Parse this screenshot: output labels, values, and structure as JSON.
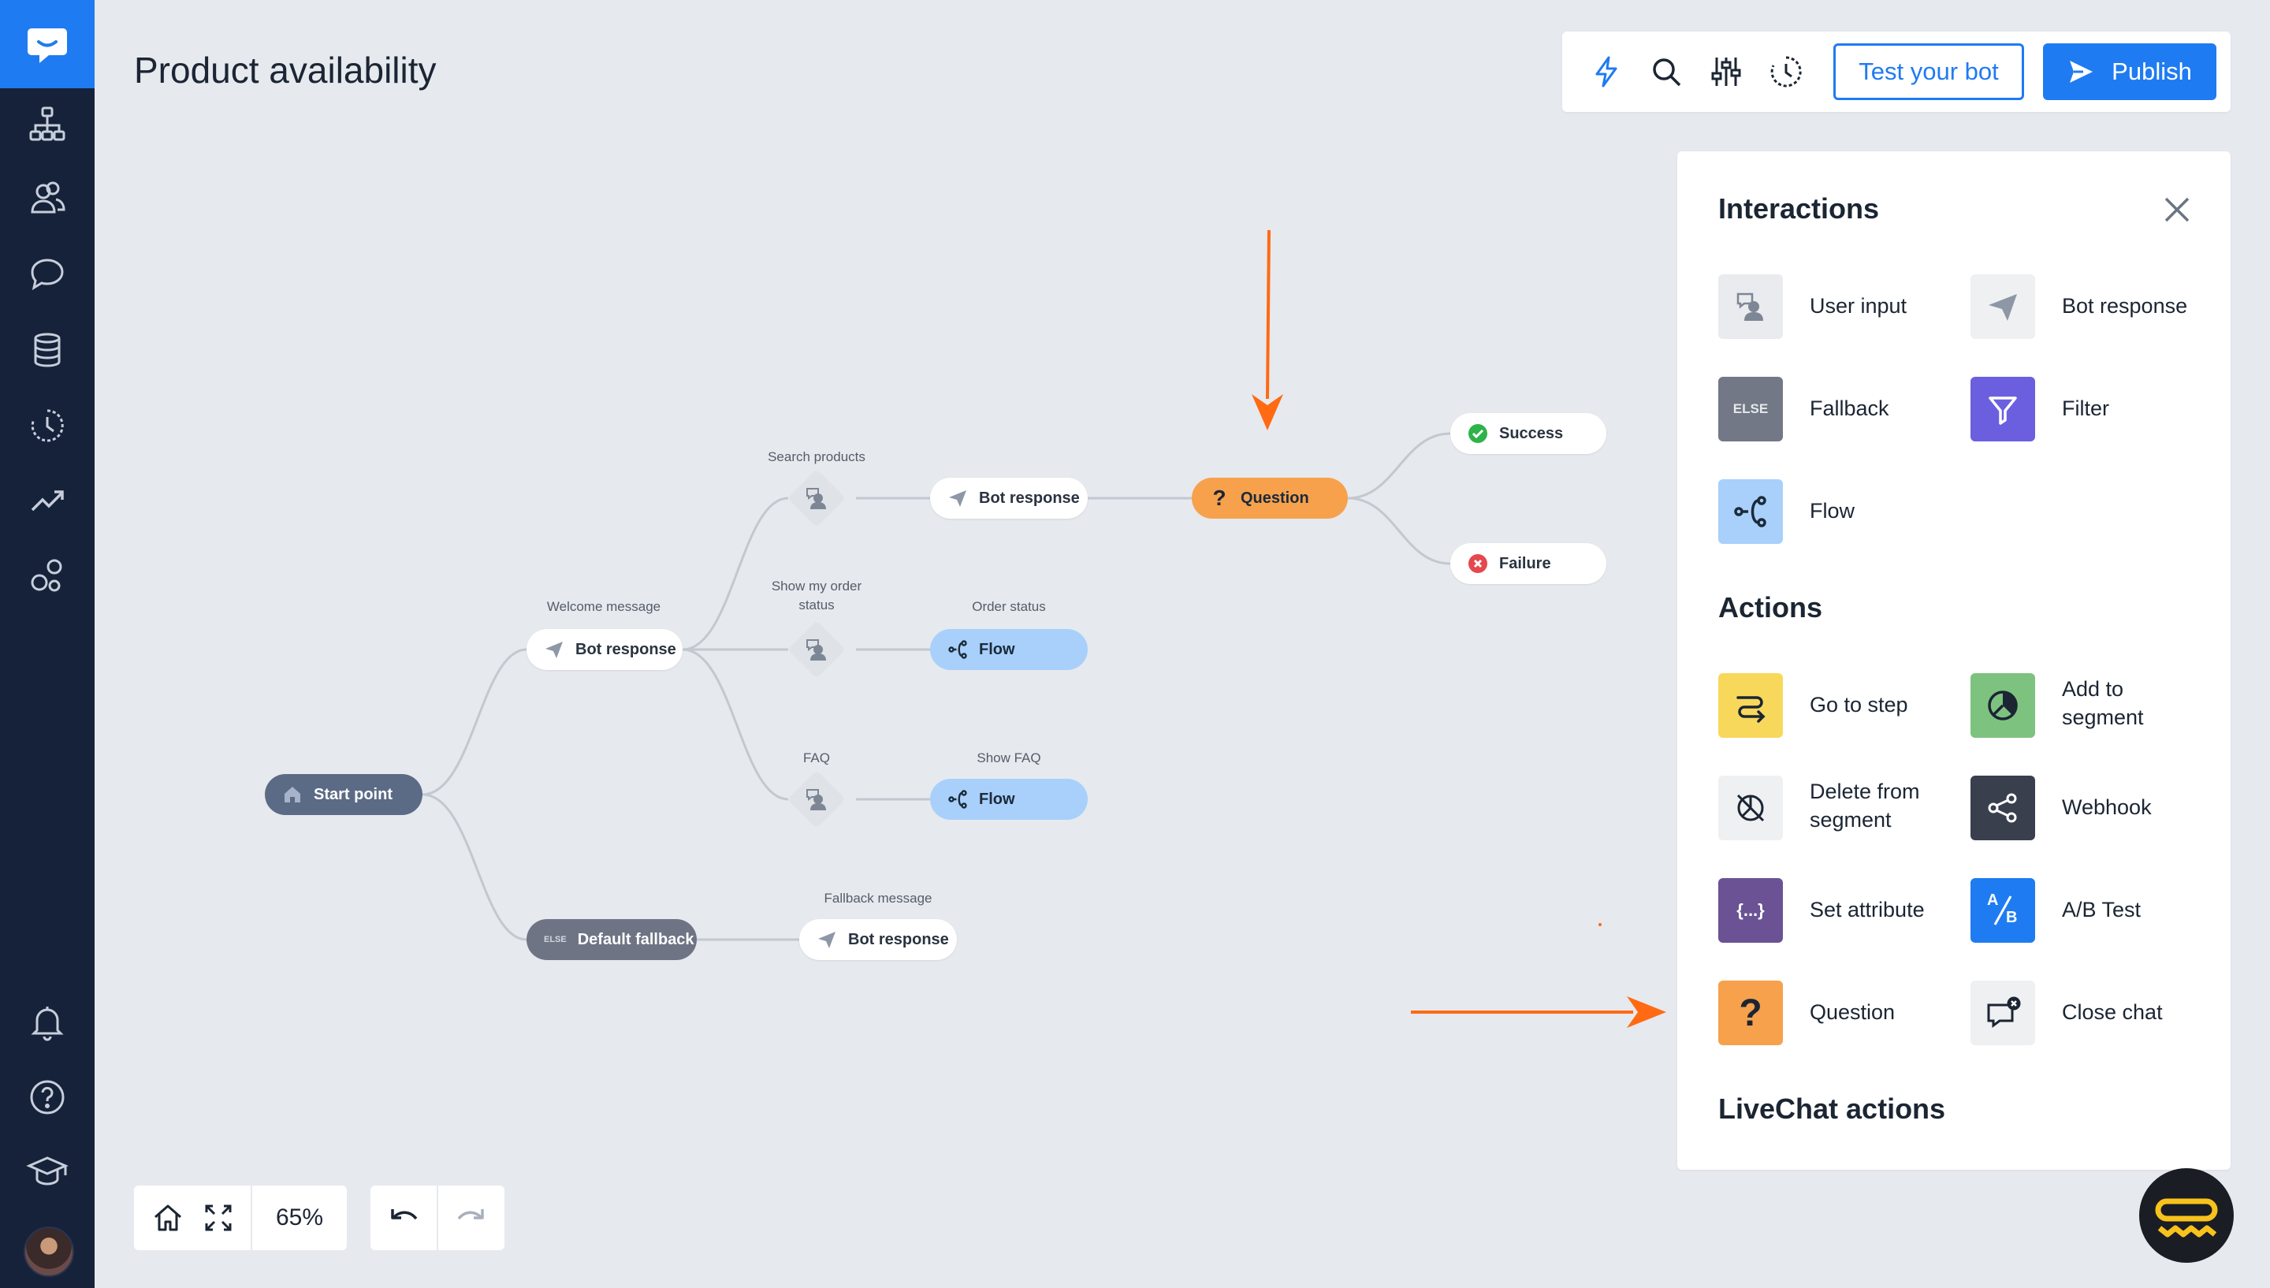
{
  "page": {
    "title": "Product availability"
  },
  "colors": {
    "accent": "#1f7bf1",
    "sidebar": "#16223a",
    "canvas": "#e6e9ee",
    "question": "#f7a14c",
    "flow": "#a8d0fb",
    "success": "#2db34a",
    "failure": "#e5484d",
    "annotation_arrow": "#ff6a13"
  },
  "sidebar": {
    "items": [
      {
        "icon": "chat-logo-icon"
      },
      {
        "icon": "sitemap-icon"
      },
      {
        "icon": "users-icon"
      },
      {
        "icon": "chat-bubble-icon"
      },
      {
        "icon": "database-icon"
      },
      {
        "icon": "history-icon"
      },
      {
        "icon": "trending-icon"
      },
      {
        "icon": "bubbles-icon"
      },
      {
        "icon": "bell-icon"
      },
      {
        "icon": "help-icon"
      },
      {
        "icon": "graduation-cap-icon"
      },
      {
        "icon": "avatar"
      }
    ]
  },
  "toolbar": {
    "icons": [
      "lightning-icon",
      "search-icon",
      "sliders-icon",
      "history-icon"
    ],
    "test_label": "Test your bot",
    "publish_label": "Publish"
  },
  "flow": {
    "start": "Start point",
    "welcome_label": "Welcome message",
    "welcome_node": "Bot response",
    "search_label": "Search products",
    "search_response": "Bot response",
    "question": "Question",
    "success": "Success",
    "failure": "Failure",
    "order_label_1": "Show my order",
    "order_label_2": "status",
    "order_status_label": "Order status",
    "order_flow": "Flow",
    "faq_label": "FAQ",
    "show_faq_label": "Show FAQ",
    "faq_flow": "Flow",
    "fallback": "Default fallback",
    "fallback_badge": "ELSE",
    "fallback_msg_label": "Fallback message",
    "fallback_response": "Bot response"
  },
  "panel": {
    "interactions_title": "Interactions",
    "actions_title": "Actions",
    "livechat_title": "LiveChat actions",
    "interactions": [
      {
        "label": "User input",
        "icon": "user-input-icon"
      },
      {
        "label": "Bot response",
        "icon": "paper-plane-icon"
      },
      {
        "label": "Fallback",
        "icon": "else-icon",
        "badge": "ELSE"
      },
      {
        "label": "Filter",
        "icon": "filter-icon"
      },
      {
        "label": "Flow",
        "icon": "flow-icon"
      }
    ],
    "actions": [
      {
        "label": "Go to step",
        "icon": "go-to-step-icon"
      },
      {
        "label_1": "Add to",
        "label_2": "segment",
        "icon": "segment-icon"
      },
      {
        "label_1": "Delete from",
        "label_2": "segment",
        "icon": "delete-segment-icon"
      },
      {
        "label": "Webhook",
        "icon": "webhook-icon"
      },
      {
        "label": "Set attribute",
        "icon": "braces-icon",
        "badge": "{...}"
      },
      {
        "label": "A/B Test",
        "icon": "ab-test-icon",
        "badge_a": "A",
        "badge_b": "B"
      },
      {
        "label": "Question",
        "icon": "question-icon",
        "badge": "?"
      },
      {
        "label": "Close chat",
        "icon": "close-chat-icon"
      }
    ]
  },
  "controls": {
    "zoom": "65%"
  }
}
